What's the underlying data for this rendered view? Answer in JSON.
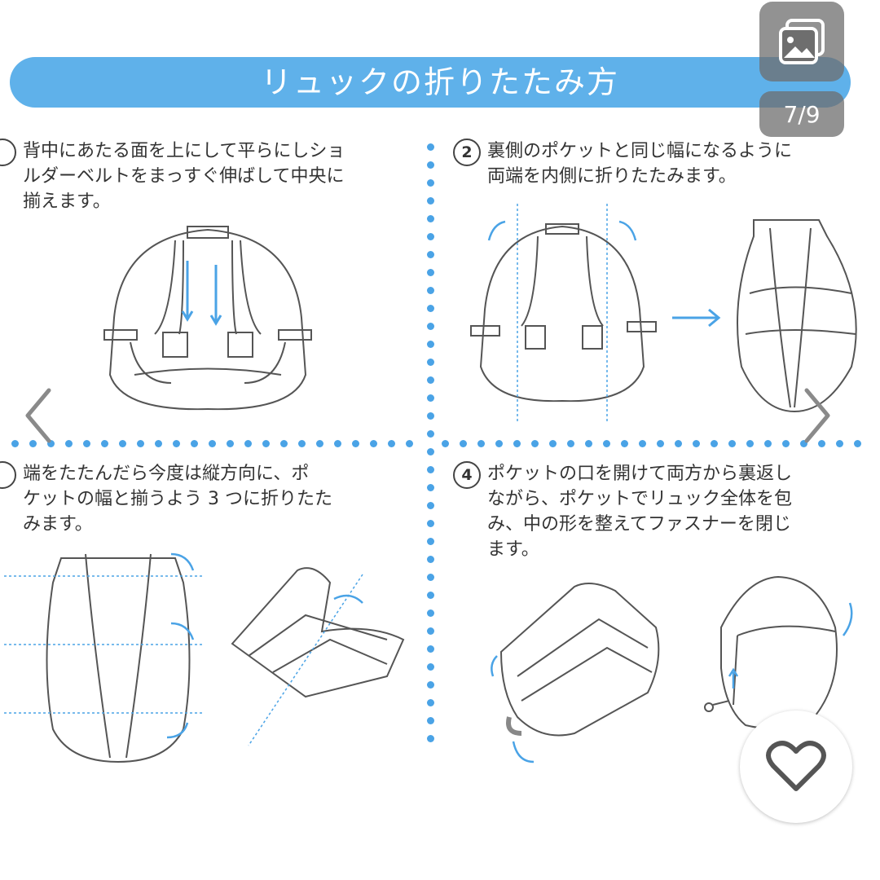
{
  "banner": {
    "title": "リュックの折りたたみ方",
    "color": "#5fb1ea"
  },
  "gallery": {
    "counter": "7/9",
    "icon": "image-stack-icon"
  },
  "steps": [
    {
      "num": "",
      "text": "背中にあたる面を上にして平らにしショ\nルダーベルトをまっすぐ伸ばして中央に\n揃えます。"
    },
    {
      "num": "2",
      "text": "裏側のポケットと同じ幅になるように\n両端を内側に折りたたみます。"
    },
    {
      "num": "",
      "text": "端をたたんだら今度は縦方向に、ポ\nケットの幅と揃うよう 3 つに折りたた\nみます。"
    },
    {
      "num": "4",
      "text": "ポケットの口を開けて両方から裏返し\nながら、ポケットでリュック全体を包\nみ、中の形を整えてファスナーを閉じ\nます。"
    }
  ],
  "icons": {
    "prev": "chevron-left-icon",
    "next": "chevron-right-icon",
    "like": "heart-icon"
  },
  "colors": {
    "accent": "#4aa3e6",
    "overlay": "#6e6e6e"
  }
}
